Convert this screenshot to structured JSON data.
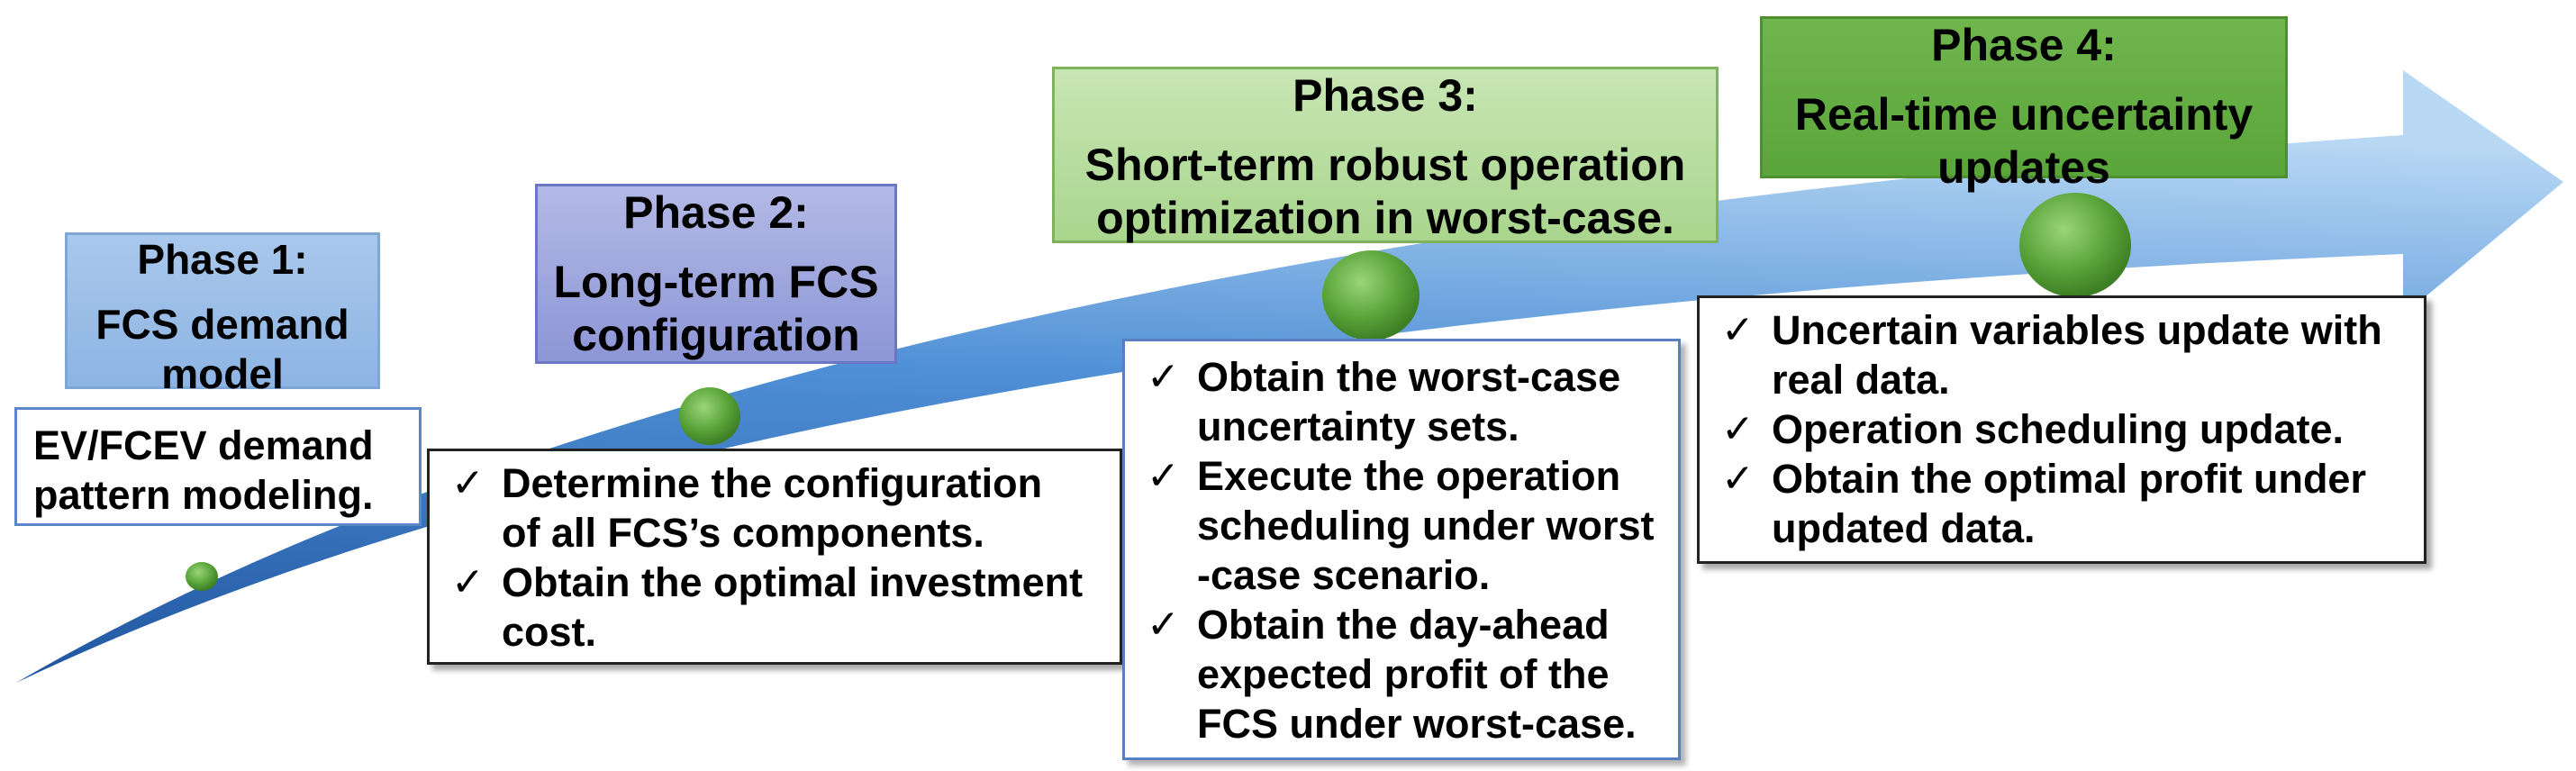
{
  "phases": [
    {
      "title": "Phase 1:",
      "subtitle": "FCS demand\nmodel"
    },
    {
      "title": "Phase 2:",
      "subtitle": "Long-term FCS\nconfiguration"
    },
    {
      "title": "Phase 3:",
      "subtitle": "Short-term robust operation\noptimization in worst-case."
    },
    {
      "title": "Phase 4:",
      "subtitle": "Real-time uncertainty\nupdates"
    }
  ],
  "boxes": [
    {
      "text": "EV/FCEV demand\npattern modeling."
    },
    {
      "items": [
        {
          "check": "✓",
          "text": "Determine the configuration\nof all FCS’s components."
        },
        {
          "check": "✓",
          "text": "Obtain the optimal investment\ncost."
        }
      ]
    },
    {
      "items": [
        {
          "check": "✓",
          "text": "Obtain the worst-case\nuncertainty sets."
        },
        {
          "check": "✓",
          "text": "Execute the operation\nscheduling under worst\n-case scenario."
        },
        {
          "check": "✓",
          "text": "Obtain the day-ahead\nexpected profit of the\nFCS under worst-case."
        }
      ]
    },
    {
      "items": [
        {
          "check": "✓",
          "text": "Uncertain variables update with\nreal data."
        },
        {
          "check": "✓",
          "text": "Operation scheduling update."
        },
        {
          "check": "✓",
          "text": "Obtain the optimal profit under\nupdated data."
        }
      ]
    }
  ],
  "colors": {
    "arrow_light": "#a8cdf0",
    "arrow_dark": "#2a64b4",
    "marker_green": "#5aa53a"
  }
}
